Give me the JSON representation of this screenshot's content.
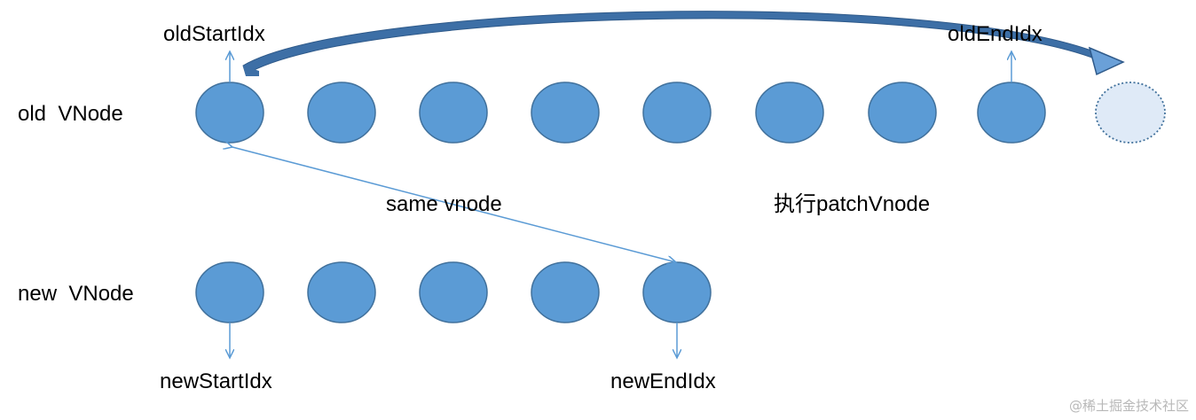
{
  "rows": {
    "old_label": "old  VNode",
    "new_label": "new  VNode"
  },
  "pointers": {
    "old_start": "oldStartIdx",
    "old_end": "oldEndIdx",
    "new_start": "newStartIdx",
    "new_end": "newEndIdx"
  },
  "annotations": {
    "same_vnode": "same vnode",
    "patch": "执行patchVnode"
  },
  "watermark": "@稀土掘金技术社区",
  "colors": {
    "node_fill": "#5b9bd5",
    "node_stroke": "#41719c",
    "ghost_fill": "#dfeaf7",
    "ghost_stroke": "#41719c",
    "arrow": "#5b9bd5",
    "move_arrow": "#41719c"
  }
}
